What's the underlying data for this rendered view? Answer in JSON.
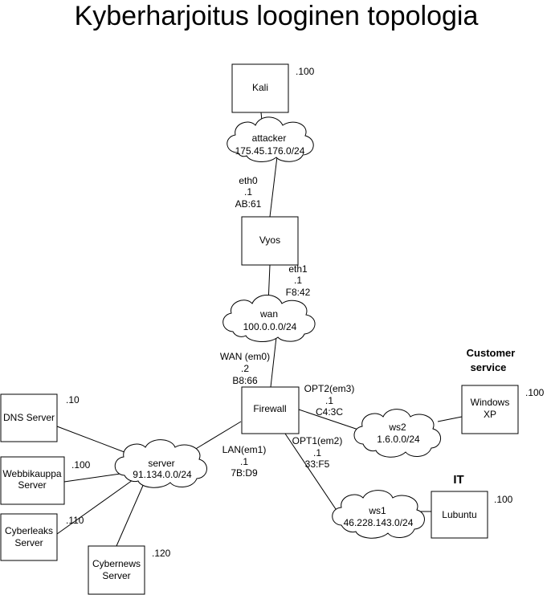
{
  "title": "Kyberharjoitus looginen topologia",
  "nodes": {
    "kali": {
      "label": "Kali",
      "ip": ".100"
    },
    "vyos": {
      "label": "Vyos"
    },
    "firewall": {
      "label": "Firewall"
    },
    "dns": {
      "label": "DNS Server",
      "ip": ".10"
    },
    "webbikauppa": {
      "label1": "Webbikauppa",
      "label2": "Server",
      "ip": ".100"
    },
    "cyberleaks": {
      "label1": "Cyberleaks",
      "label2": "Server",
      "ip": ".110"
    },
    "cybernews": {
      "label1": "Cybernews",
      "label2": "Server",
      "ip": ".120"
    },
    "windowsxp": {
      "label1": "Windows",
      "label2": "XP",
      "ip": ".100"
    },
    "lubuntu": {
      "label": "Lubuntu",
      "ip": ".100"
    }
  },
  "networks": {
    "attacker": {
      "name": "attacker",
      "subnet": "175.45.176.0/24"
    },
    "wan": {
      "name": "wan",
      "subnet": "100.0.0.0/24"
    },
    "server": {
      "name": "server",
      "subnet": "91.134.0.0/24"
    },
    "ws2": {
      "name": "ws2",
      "subnet": "1.6.0.0/24"
    },
    "ws1": {
      "name": "ws1",
      "subnet": "46.228.143.0/24"
    }
  },
  "interfaces": {
    "vyos_eth0": {
      "name": "eth0",
      "ip": ".1",
      "mac": "AB:61"
    },
    "vyos_eth1": {
      "name": "eth1",
      "ip": ".1",
      "mac": "F8:42"
    },
    "fw_wan": {
      "name": "WAN (em0)",
      "ip": ".2",
      "mac": "B8:66"
    },
    "fw_lan": {
      "name": "LAN(em1)",
      "ip": ".1",
      "mac": "7B:D9"
    },
    "fw_opt2": {
      "name": "OPT2(em3)",
      "ip": ".1",
      "mac": "C4:3C"
    },
    "fw_opt1": {
      "name": "OPT1(em2)",
      "ip": ".1",
      "mac": "33:F5"
    }
  },
  "groups": {
    "customer_service": {
      "line1": "Customer",
      "line2": "service"
    },
    "it": {
      "label": "IT"
    }
  }
}
